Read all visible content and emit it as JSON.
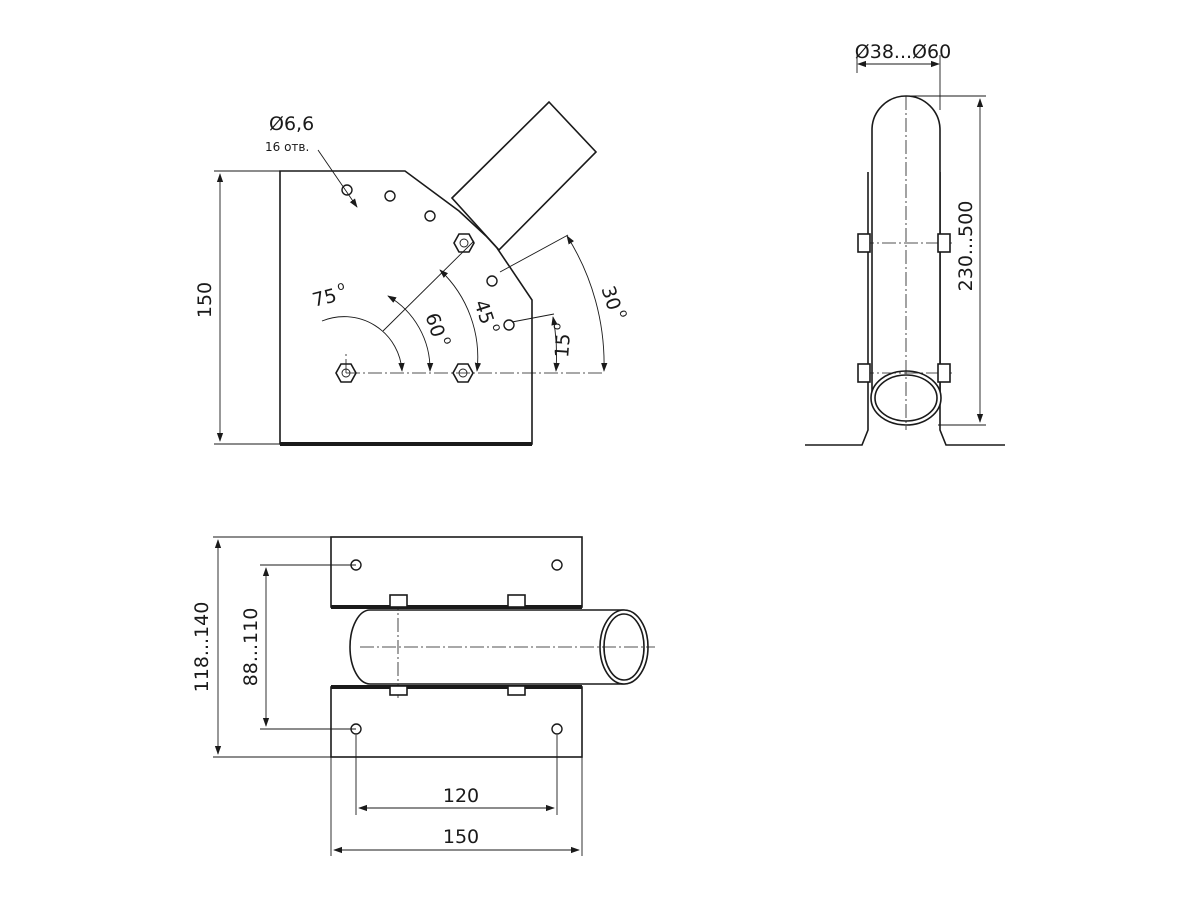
{
  "labels": {
    "hole_diameter": "Ø6,6",
    "hole_count": "16 отв.",
    "front_height": "150",
    "angle_75": "75",
    "angle_60": "60",
    "angle_45": "45",
    "angle_30": "30",
    "angle_15": "15",
    "degree_mark": "o",
    "pipe_diameter": "Ø38...Ø60",
    "side_height": "230...500",
    "top_outer_width": "118...140",
    "top_inner_width": "88...110",
    "top_hole_spacing": "120",
    "top_plate_length": "150"
  }
}
